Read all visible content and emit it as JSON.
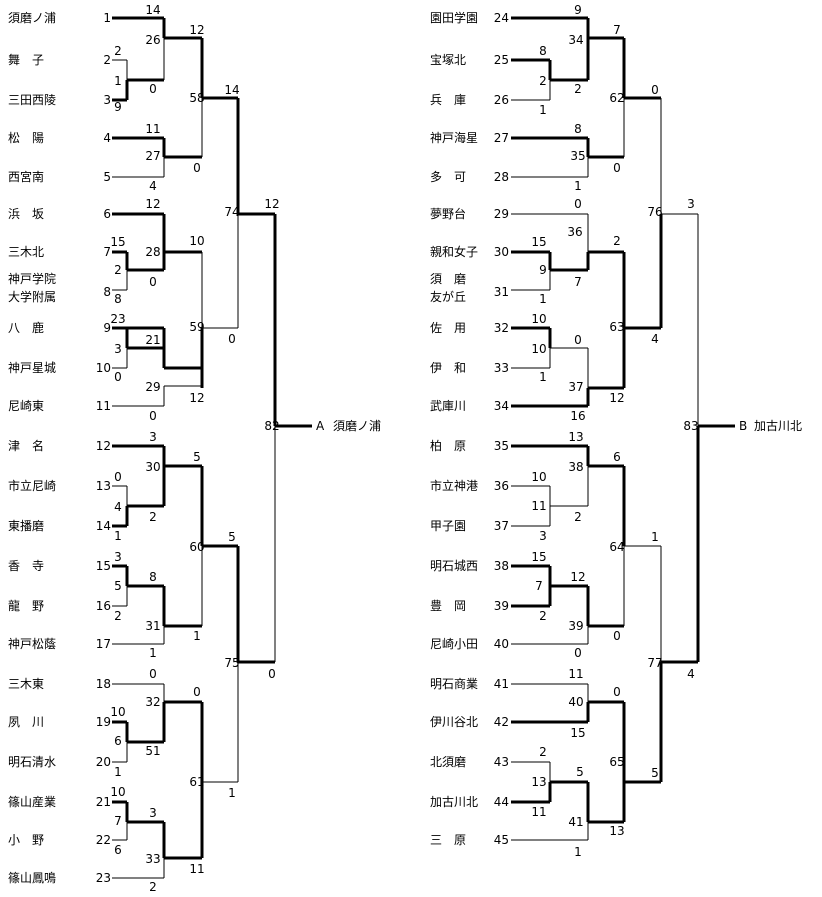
{
  "left": {
    "teams": [
      {
        "name": "須磨ノ浦",
        "seed": "1"
      },
      {
        "name": "舞　子",
        "seed": "2"
      },
      {
        "name": "三田西陵",
        "seed": "3"
      },
      {
        "name": "松　陽",
        "seed": "4"
      },
      {
        "name": "西宮南",
        "seed": "5"
      },
      {
        "name": "浜　坂",
        "seed": "6"
      },
      {
        "name": "三木北",
        "seed": "7"
      },
      {
        "name": "神戸学院",
        "name2": "大学附属",
        "seed": "8"
      },
      {
        "name": "八　鹿",
        "seed": "9"
      },
      {
        "name": "神戸星城",
        "seed": "10"
      },
      {
        "name": "尼崎東",
        "seed": "11"
      },
      {
        "name": "津　名",
        "seed": "12"
      },
      {
        "name": "市立尼崎",
        "seed": "13"
      },
      {
        "name": "東播磨",
        "seed": "14"
      },
      {
        "name": "香　寺",
        "seed": "15"
      },
      {
        "name": "龍　野",
        "seed": "16"
      },
      {
        "name": "神戸松蔭",
        "seed": "17"
      },
      {
        "name": "三木東",
        "seed": "18"
      },
      {
        "name": "夙　川",
        "seed": "19"
      },
      {
        "name": "明石清水",
        "seed": "20"
      },
      {
        "name": "篠山産業",
        "seed": "21"
      },
      {
        "name": "小　野",
        "seed": "22"
      },
      {
        "name": "篠山鳳鳴",
        "seed": "23"
      }
    ],
    "scores": [
      "14",
      "26",
      "12",
      "0",
      "2",
      "1",
      "9",
      "58",
      "14",
      "11",
      "27",
      "0",
      "4",
      "12",
      "74",
      "12",
      "28",
      "10",
      "15",
      "2",
      "0",
      "8",
      "23",
      "21",
      "3",
      "0",
      "59",
      "0",
      "29",
      "12",
      "0",
      "82",
      "3",
      "30",
      "5",
      "0",
      "4",
      "2",
      "1",
      "60",
      "5",
      "3",
      "5",
      "8",
      "2",
      "31",
      "1",
      "1",
      "75",
      "0",
      "0",
      "32",
      "0",
      "10",
      "6",
      "51",
      "1",
      "61",
      "1",
      "10",
      "7",
      "3",
      "6",
      "33",
      "11",
      "2"
    ]
  },
  "right": {
    "teams": [
      {
        "name": "園田学園",
        "seed": "24"
      },
      {
        "name": "宝塚北",
        "seed": "25"
      },
      {
        "name": "兵　庫",
        "seed": "26"
      },
      {
        "name": "神戸海星",
        "seed": "27"
      },
      {
        "name": "多　可",
        "seed": "28"
      },
      {
        "name": "夢野台",
        "seed": "29"
      },
      {
        "name": "親和女子",
        "seed": "30"
      },
      {
        "name": "須　磨",
        "name2": "友が丘",
        "seed": "31"
      },
      {
        "name": "佐　用",
        "seed": "32"
      },
      {
        "name": "伊　和",
        "seed": "33"
      },
      {
        "name": "武庫川",
        "seed": "34"
      },
      {
        "name": "柏　原",
        "seed": "35"
      },
      {
        "name": "市立神港",
        "seed": "36"
      },
      {
        "name": "甲子園",
        "seed": "37"
      },
      {
        "name": "明石城西",
        "seed": "38"
      },
      {
        "name": "豊　岡",
        "seed": "39"
      },
      {
        "name": "尼崎小田",
        "seed": "40"
      },
      {
        "name": "明石商業",
        "seed": "41"
      },
      {
        "name": "伊川谷北",
        "seed": "42"
      },
      {
        "name": "北須磨",
        "seed": "43"
      },
      {
        "name": "加古川北",
        "seed": "44"
      },
      {
        "name": "三　原",
        "seed": "45"
      }
    ],
    "scores": [
      "9",
      "34",
      "7",
      "2",
      "8",
      "2",
      "1",
      "62",
      "0",
      "8",
      "35",
      "0",
      "1",
      "0",
      "36",
      "2",
      "15",
      "9",
      "7",
      "1",
      "76",
      "3",
      "10",
      "0",
      "10",
      "1",
      "63",
      "4",
      "37",
      "12",
      "16",
      "83",
      "13",
      "38",
      "6",
      "10",
      "11",
      "2",
      "3",
      "64",
      "1",
      "15",
      "7",
      "12",
      "2",
      "39",
      "0",
      "0",
      "77",
      "4",
      "11",
      "40",
      "0",
      "15",
      "2",
      "13",
      "5",
      "11",
      "41",
      "65",
      "5",
      "13",
      "1"
    ]
  },
  "winners": {
    "left": {
      "label": "A",
      "name": "須磨ノ浦"
    },
    "right": {
      "label": "B",
      "name": "加古川北"
    }
  }
}
